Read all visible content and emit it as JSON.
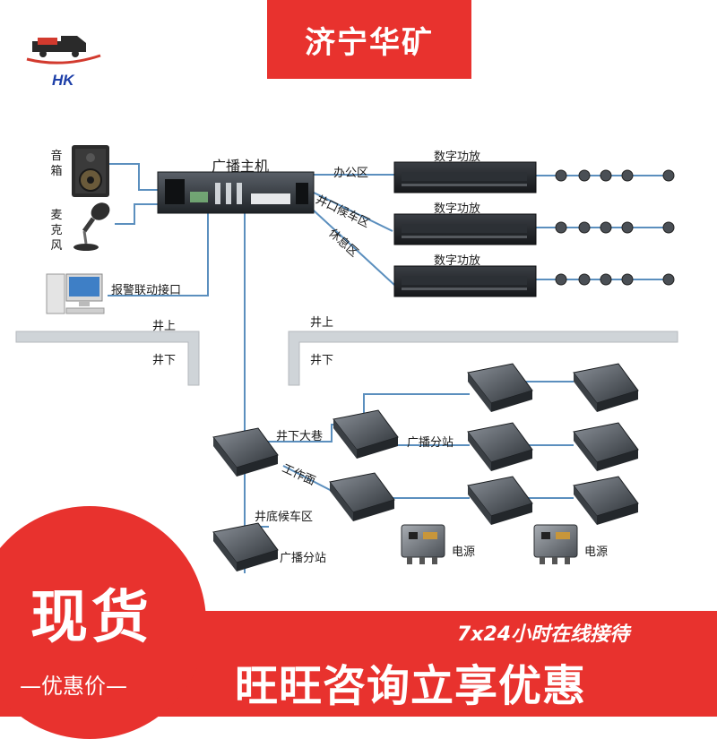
{
  "brand": {
    "title": "济宁华矿",
    "logo_text": "HK"
  },
  "surface": {
    "above_left": "井上",
    "below_left": "井下",
    "above_right": "井上",
    "below_right": "井下"
  },
  "host": {
    "label": "广播主机"
  },
  "inputs": {
    "speaker": "音箱",
    "microphone": "麦克风",
    "alarm_interface": "报警联动接口"
  },
  "amplifiers": [
    {
      "title": "数字功放",
      "zone": "办公区"
    },
    {
      "title": "数字功放",
      "zone": "井口候车区"
    },
    {
      "title": "数字功放",
      "zone": "休息区"
    }
  ],
  "underground": {
    "main_roadway": "井下大巷",
    "work_face": "工作面",
    "bottom_station": "井底候车区",
    "substation_right": "广播分站",
    "substation_bottom": "广播分站",
    "power_1": "电源",
    "power_2": "电源"
  },
  "promo": {
    "main": "现货",
    "sub": "—优惠价—",
    "service": "7x24小时在线接待",
    "consult": "旺旺咨询立享优惠"
  },
  "colors": {
    "accent_red": "#e8322e",
    "line_blue": "#5b8fbe",
    "device_dark": "#2a2e33"
  }
}
